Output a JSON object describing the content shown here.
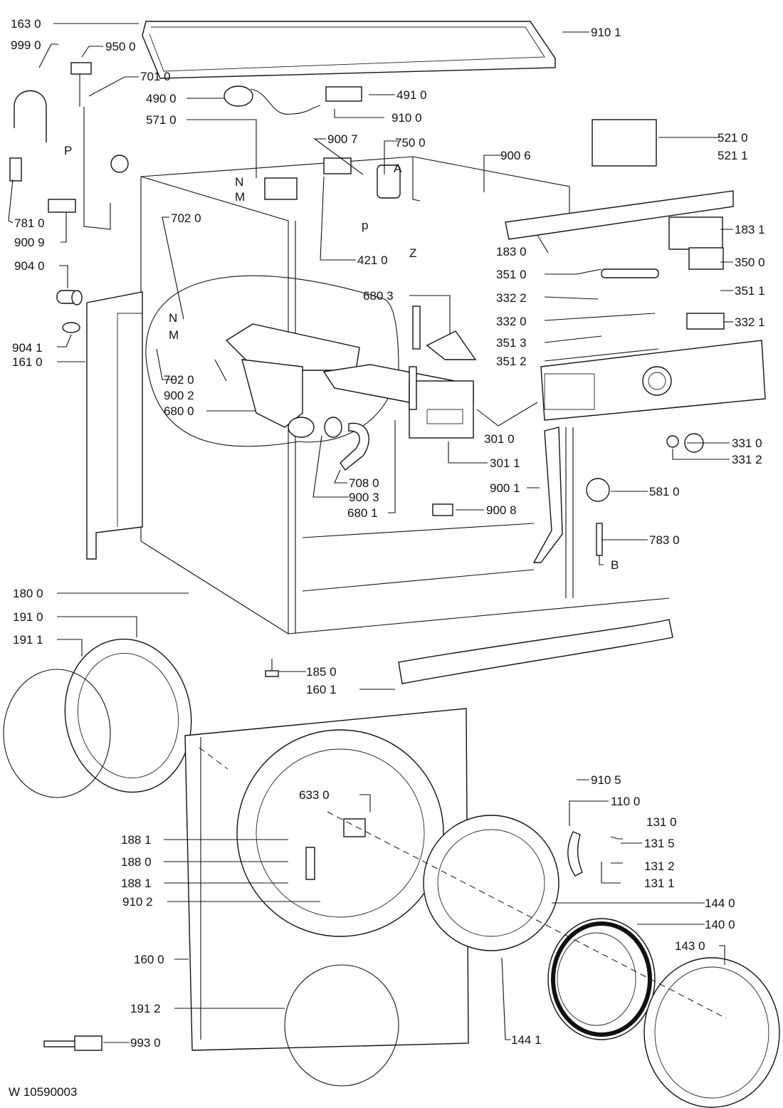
{
  "diagram": {
    "title": "Washing machine exploded parts view",
    "document_id": "W 10590003",
    "letters": {
      "N": "N",
      "M": "M",
      "P": "P",
      "p": "p",
      "A": "A",
      "Z": "Z",
      "B": "B"
    },
    "labels": {
      "l1630": "163 0",
      "l9990": "999 0",
      "l9500": "950 0",
      "l7010": "701 0",
      "l4900": "490 0",
      "l5710": "571 0",
      "l4910": "491 0",
      "l9100": "910 0",
      "l9101": "910 1",
      "l9007": "900 7",
      "l7500": "750 0",
      "l9006": "900 6",
      "l5210": "521 0",
      "l5211": "521 1",
      "l7810": "781 0",
      "l9009": "900 9",
      "l7020a": "702 0",
      "l4210": "421 0",
      "l1830": "183 0",
      "l1831": "183 1",
      "l3500": "350 0",
      "l3510": "351 0",
      "l9040": "904 0",
      "l9041": "904 1",
      "l1610": "161 0",
      "l6803": "680 3",
      "l3322": "332 2",
      "l3511": "351 1",
      "l3320": "332 0",
      "l3321": "332 1",
      "l3513": "351 3",
      "l3512": "351 2",
      "l7020b": "702 0",
      "l9002": "900 2",
      "l6800": "680 0",
      "l3010": "301 0",
      "l3011": "301 1",
      "l3310": "331 0",
      "l3312": "331 2",
      "l7080": "708 0",
      "l9003": "900 3",
      "l6801": "680 1",
      "l9001": "900 1",
      "l5810": "581 0",
      "l9008": "900 8",
      "l7830": "783 0",
      "l1800": "180 0",
      "l1910": "191 0",
      "l1911": "191 1",
      "l1850": "185 0",
      "l1601": "160 1",
      "l9105": "910 5",
      "l6330": "633 0",
      "l1100": "110 0",
      "l1881a": "188 1",
      "l1310": "131 0",
      "l1315": "131 5",
      "l1880": "188 0",
      "l1312": "131 2",
      "l1881b": "188 1",
      "l1311": "131 1",
      "l9102": "910 2",
      "l1440": "144 0",
      "l1400": "140 0",
      "l1430": "143 0",
      "l1600": "160 0",
      "l1912": "191 2",
      "l9930": "993 0",
      "l1441": "144 1"
    }
  }
}
